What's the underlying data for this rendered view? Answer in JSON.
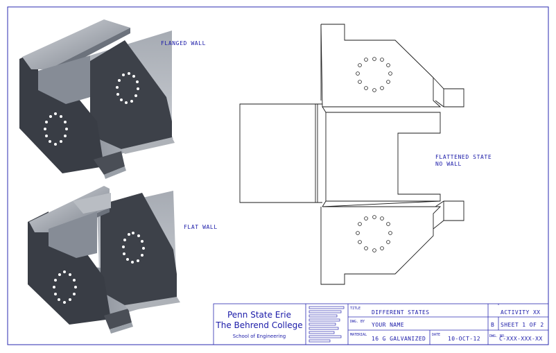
{
  "views": {
    "flanged_label": "FLANGED WALL",
    "flat_label": "FLAT WALL",
    "flattened_label_1": "FLATTENED STATE",
    "flattened_label_2": "NO WALL"
  },
  "title_block": {
    "school_line1": "Penn State Erie",
    "school_line2": "The Behrend College",
    "school_line3": "School of Engineering",
    "title_caption": "TITLE",
    "title_value": "DIFFERENT STATES",
    "drawn_by_caption": "DWG. BY",
    "drawn_by_value": "YOUR NAME",
    "material_caption": "MATERIAL",
    "material_value": "16 G  GALVANIZED",
    "date_caption": "DATE",
    "date_value": "10-OCT-12",
    "size_value": "B",
    "activity_value": "ACTIVITY XX",
    "sheet_value": "SHEET 1 OF 2",
    "dwg_no_caption": "DWG. NO.",
    "dwg_no_value": "C-XXX-XXX-XX"
  },
  "colors": {
    "border": "#2a2ab0",
    "ink": "#1a1aa8",
    "dark_face": "#3c4048",
    "mid_face": "#8c929c",
    "light_face": "#c9ccd2"
  }
}
